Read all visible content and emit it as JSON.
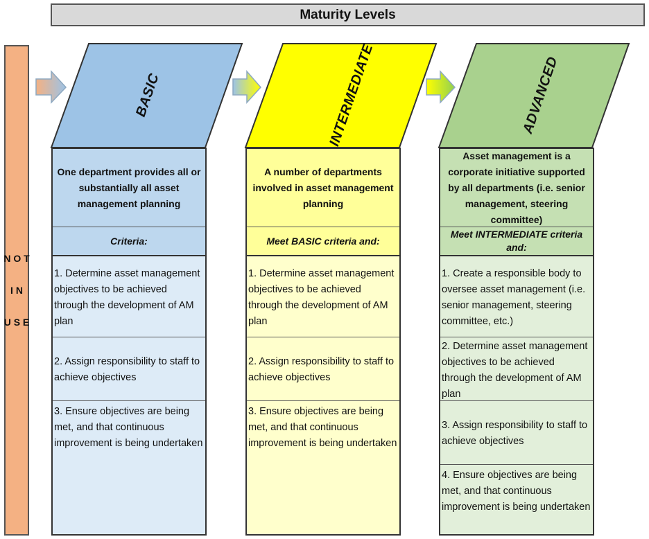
{
  "title": "Maturity Levels",
  "side_label": "N O T\n\nI N\n\nU S E",
  "colors": {
    "basic_header": "#9dc3e6",
    "basic_body": "#ddebf7",
    "basic_desc": "#bdd7ee",
    "intermediate_header": "#ffff00",
    "intermediate_body": "#ffffcc",
    "intermediate_desc": "#ffff99",
    "advanced_header": "#a9d18e",
    "advanced_body": "#e2efda",
    "advanced_desc": "#c5e0b3",
    "side": "#f4b183"
  },
  "levels": [
    {
      "name": "BASIC",
      "description": "One department provides all or substantially all asset management planning",
      "criteria_label": "Criteria:",
      "items": [
        "1. Determine asset management objectives to be achieved through the development of AM plan",
        "2. Assign responsibility to staff to achieve objectives",
        "3. Ensure objectives are being met, and that continuous improvement is being undertaken"
      ]
    },
    {
      "name": "INTERMEDIATE",
      "description": "A number of departments involved in asset management planning",
      "criteria_label": "Meet BASIC criteria and:",
      "items": [
        "1. Determine asset management objectives to be achieved through the development of AM plan",
        "2. Assign responsibility to staff to achieve objectives",
        "3. Ensure objectives are being met, and that continuous improvement is being undertaken"
      ]
    },
    {
      "name": "ADVANCED",
      "description": "Asset management is a corporate initiative supported by all departments (i.e. senior management, steering committee)",
      "criteria_label": "Meet INTERMEDIATE criteria and:",
      "items": [
        "1. Create a responsible body to oversee asset management (i.e. senior management, steering committee, etc.)",
        "2. Determine asset management objectives to be achieved through the development of AM plan",
        "3. Assign responsibility to staff to achieve objectives",
        "4. Ensure objectives are being met, and that continuous improvement is being undertaken"
      ]
    }
  ]
}
